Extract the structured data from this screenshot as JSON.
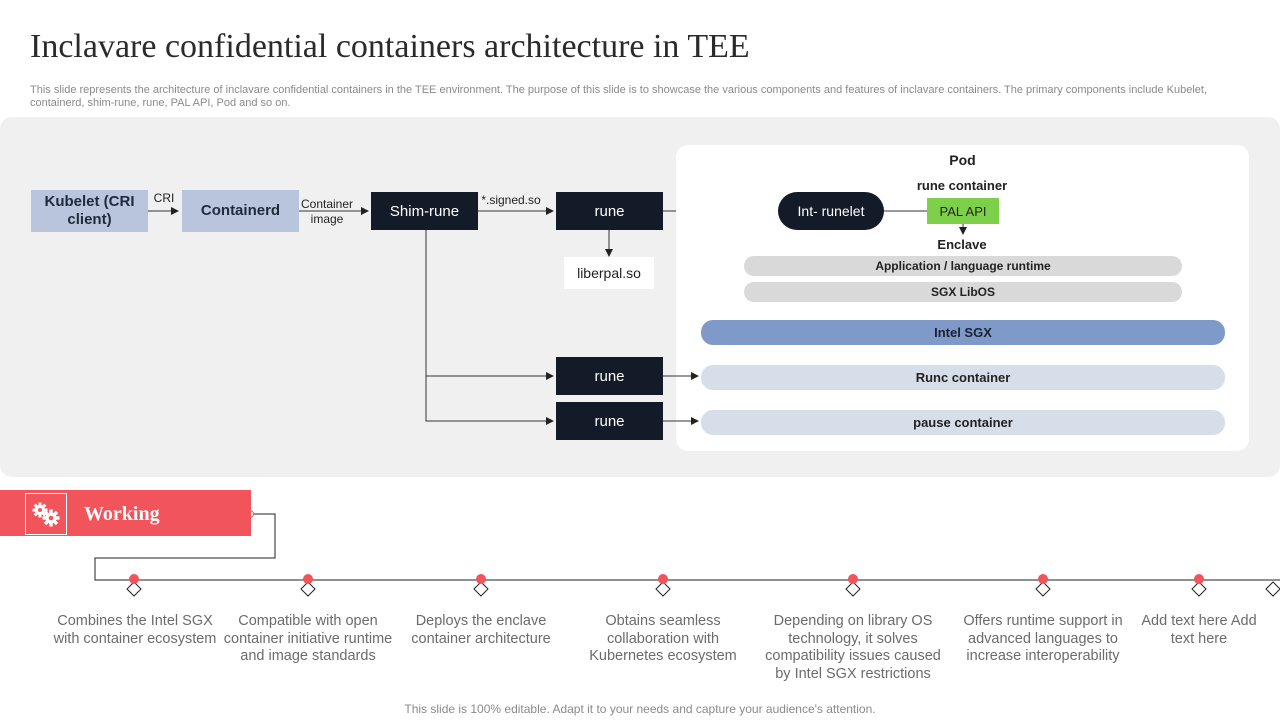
{
  "title": "Inclavare confidential containers architecture in TEE",
  "description": "This slide represents the architecture of inclavare confidential containers in the TEE environment. The purpose of this slide is to showcase the various components and features of inclavare containers. The primary components include Kubelet, containerd, shim-rune, rune, PAL API,  Pod and so on.",
  "diagram": {
    "kubelet": "Kubelet (CRI client)",
    "cri": "CRI",
    "containerd": "Containerd",
    "container_image": "Container image",
    "shim_rune": "Shim-rune",
    "signed_so": "*.signed.so",
    "rune_top": "rune",
    "liberpal": "liberpal.so",
    "rune_mid": "rune",
    "rune_bot": "rune",
    "pod": {
      "title": "Pod",
      "rune_container": "rune container",
      "int_runelet": "Int- runelet",
      "pal_api": "PAL API",
      "enclave": "Enclave",
      "app_runtime": "Application  / language runtime",
      "sgx_libos": "SGX LibOS",
      "intel_sgx": "Intel SGX",
      "runc_container": "Runc container",
      "pause_container": "pause container"
    }
  },
  "working": {
    "label": "Working",
    "icon": "gears-icon",
    "steps": [
      "Combines the Intel SGX with container ecosystem",
      "Compatible with open container initiative runtime and image standards",
      "Deploys the enclave container architecture",
      "Obtains seamless collaboration with Kubernetes ecosystem",
      "Depending on library OS technology, it solves compatibility issues caused by Intel SGX restrictions",
      "Offers runtime support in advanced languages to increase interoperability",
      "Add text here Add text here"
    ]
  },
  "footer": "This slide is 100% editable. Adapt it to your needs and capture your audience's attention.",
  "colors": {
    "accent_red": "#f2545b",
    "light_blue_box": "#b8c5dc",
    "dark_box": "#141b28",
    "green_pal": "#7ed04b",
    "intel_sgx": "#7f9ac8",
    "pill_gray": "#d9d9d9",
    "pill_light": "#d6deea",
    "panel_bg": "#f0f0f0"
  }
}
